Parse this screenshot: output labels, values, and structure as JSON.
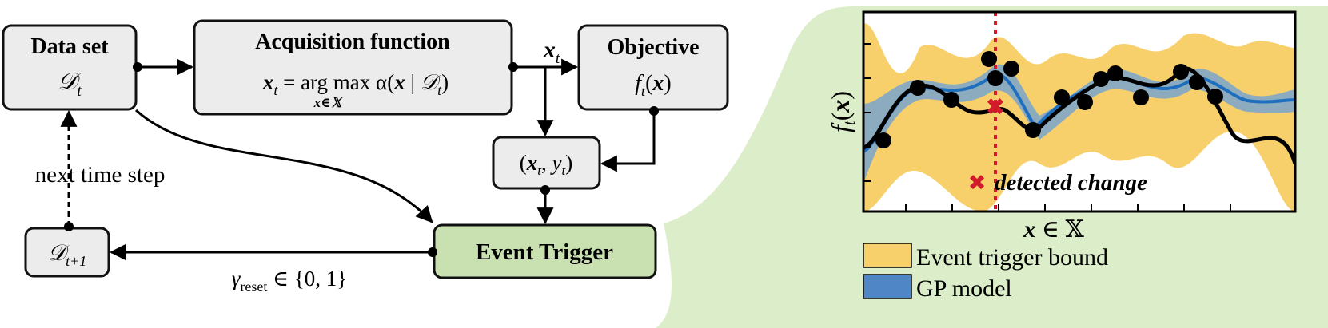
{
  "flow": {
    "dataset": {
      "title": "Data set",
      "symbol": "𝒟",
      "sub": "t"
    },
    "acquisition": {
      "title": "Acquisition function",
      "formula_lhs_var": "x",
      "formula_lhs_sub": "t",
      "formula_eq": " = arg max α(",
      "formula_var": "x",
      "formula_given": " | ",
      "formula_D": "𝒟",
      "formula_D_sub": "t",
      "formula_close": ")",
      "formula_under": "x∈𝕏"
    },
    "xt_label_var": "x",
    "xt_label_sub": "t",
    "objective": {
      "title": "Objective",
      "fn": "f",
      "fn_sub": "t",
      "fn_arg_open": "(",
      "fn_arg": "x",
      "fn_arg_close": ")"
    },
    "pair": {
      "open": "(",
      "x": "x",
      "x_sub": "t",
      "sep": ", ",
      "y": "y",
      "y_sub": "t",
      "close": ")"
    },
    "event_trigger": {
      "title": "Event Trigger"
    },
    "next_dataset": {
      "symbol": "𝒟",
      "sub": "t+1"
    },
    "next_time_step": "next time step",
    "gamma": {
      "symbol": "γ",
      "sub": "reset",
      "rest": " ∈ {0, 1}"
    }
  },
  "plot": {
    "ylabel_fn": "f",
    "ylabel_sub": "t",
    "ylabel_arg_open": "(",
    "ylabel_arg": "x",
    "ylabel_arg_close": ")",
    "xlabel_var": "x",
    "xlabel_rest": " ∈ 𝕏",
    "annotation": "detected change",
    "legend": [
      {
        "label": "Event trigger bound",
        "color": "#f7d06b"
      },
      {
        "label": "GP model",
        "color": "#4f86c6"
      }
    ],
    "colors": {
      "band": "#f7d06b",
      "gp_band": "#7fa6c9",
      "gp_line": "#1f6fbf",
      "true_line": "#000000",
      "marker": "#d01c2a",
      "panel_bg": "#dcedc9",
      "event_box": "#c9e0b0"
    }
  }
}
